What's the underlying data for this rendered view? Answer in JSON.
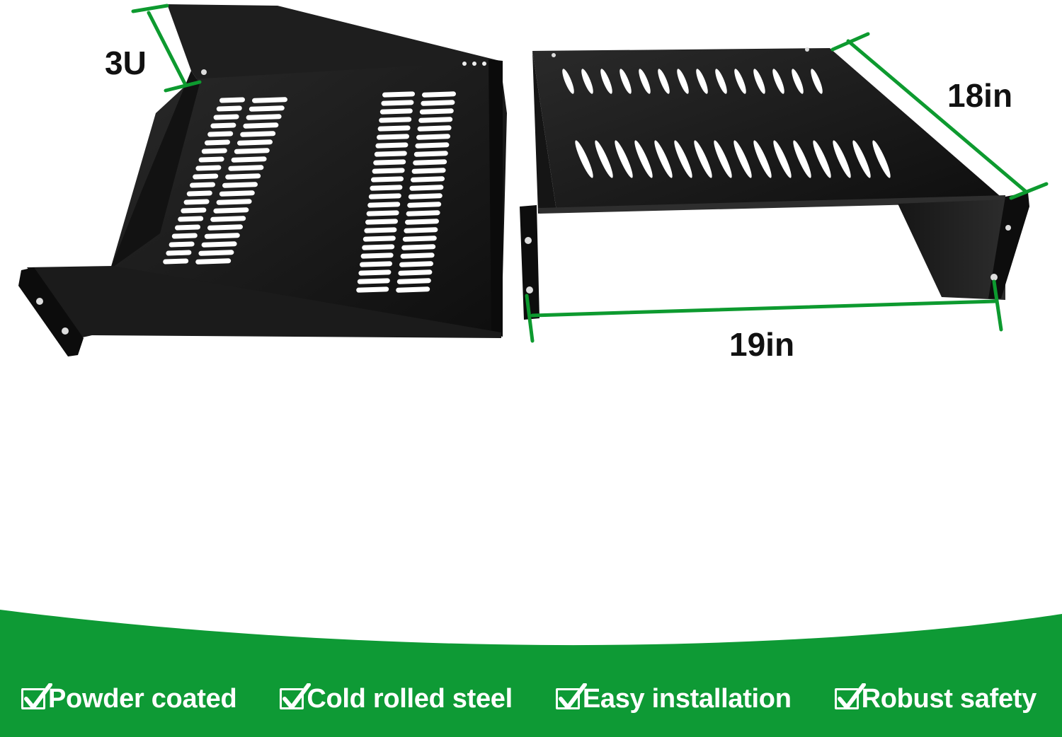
{
  "dimensions": {
    "height": "3U",
    "depth": "18in",
    "width": "19in"
  },
  "features": [
    {
      "label": "Powder coated",
      "icon": "checkbox-icon"
    },
    {
      "label": "Cold rolled steel",
      "icon": "checkbox-icon"
    },
    {
      "label": "Easy installation",
      "icon": "checkbox-icon"
    },
    {
      "label": "Robust safety",
      "icon": "checkbox-icon"
    }
  ],
  "colors": {
    "accent_green": "#0d9a2f",
    "band_green": "#0e9a35",
    "shelf_black": "#1a1a1a"
  }
}
